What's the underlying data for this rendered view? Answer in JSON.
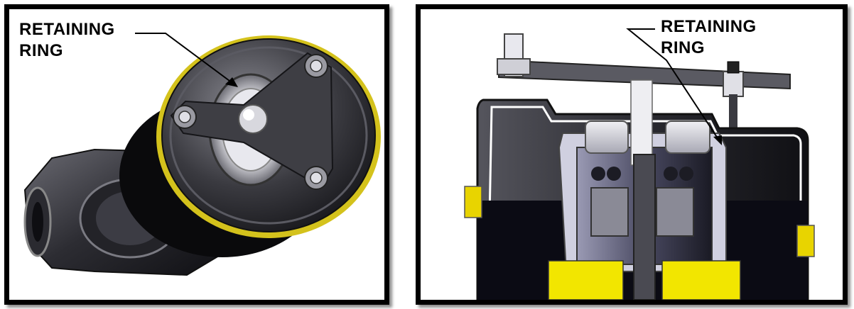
{
  "callouts": {
    "left": {
      "line1": "RETAINING",
      "line2": "RING"
    },
    "right": {
      "line1": "RETAINING",
      "line2": "RING"
    }
  },
  "colors": {
    "frame": "#000000",
    "ring_yellow": "#d4c21c",
    "metal_dark": "#3a3a40",
    "metal_light": "#cfcfd6",
    "cutaway_yellow": "#f2e600"
  }
}
